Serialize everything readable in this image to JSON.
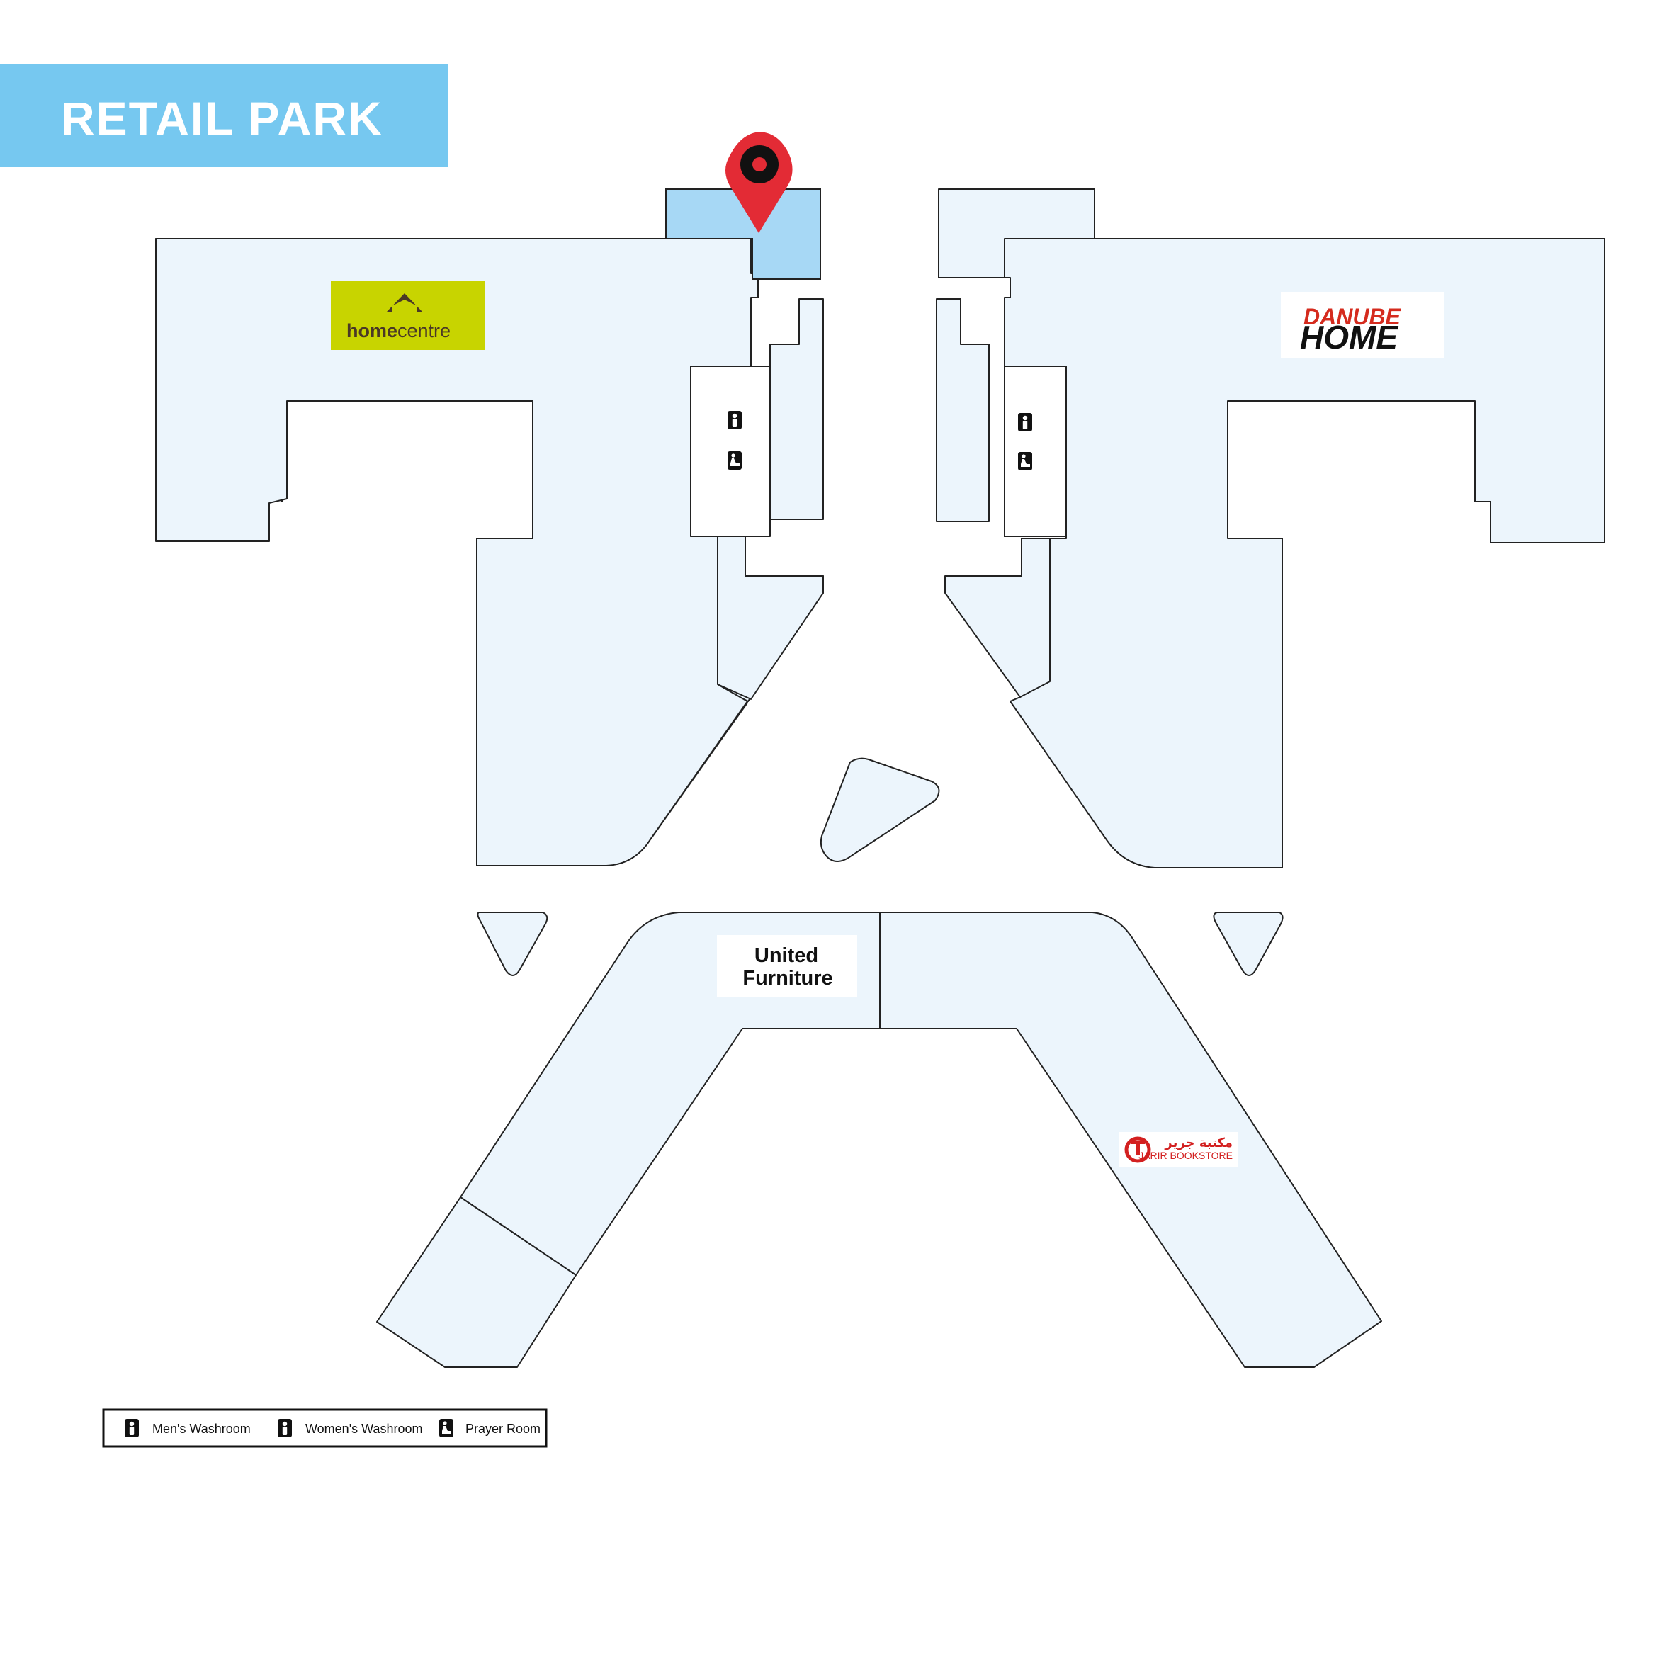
{
  "header": {
    "title": "RETAIL PARK",
    "background_color": "#76c8f0"
  },
  "colors": {
    "unit_fill": "#ecf5fc",
    "highlight_fill": "#a7d8f5",
    "pin": "#e32b35",
    "outline": "#222222"
  },
  "map": {
    "location_pin": {
      "icon": "location-pin-icon"
    },
    "stores": {
      "home_centre": {
        "logo_word_bold": "home",
        "logo_word": "centre",
        "logo_bg": "#c8d400"
      },
      "danube_home": {
        "line1": "DANUBE",
        "line2": "HOME",
        "line1_color": "#d52b1e",
        "line2_color": "#111111"
      },
      "united_furniture": {
        "line1": "United",
        "line2": "Furniture"
      },
      "jarir_bookstore": {
        "arabic": "مكتبة جرير",
        "english": "JARIR BOOKSTORE"
      }
    },
    "facilities": {
      "left": [
        "mens-washroom-icon",
        "prayer-room-icon"
      ],
      "right": [
        "mens-washroom-icon",
        "prayer-room-icon"
      ]
    }
  },
  "legend": {
    "items": [
      {
        "icon": "mens-washroom-icon",
        "label": "Men's Washroom"
      },
      {
        "icon": "womens-washroom-icon",
        "label": "Women's Washroom"
      },
      {
        "icon": "prayer-room-icon",
        "label": "Prayer Room"
      }
    ]
  }
}
